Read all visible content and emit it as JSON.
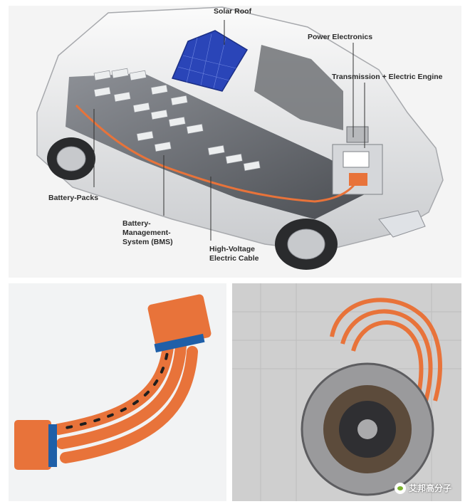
{
  "labels": {
    "solar_roof": "Solar Roof",
    "power_electronics": "Power Electronics",
    "transmission": "Transmission + Electric Engine",
    "battery_packs": "Battery-Packs",
    "bms": "Battery-\nManagement-\nSystem (BMS)",
    "hv_cable": "High-Voltage\nElectric Cable"
  },
  "watermark": "艾邦高分子",
  "colors": {
    "cable_orange": "#e8733a",
    "solar_blue": "#2a45b8",
    "car_body": "#e6e7e9"
  }
}
